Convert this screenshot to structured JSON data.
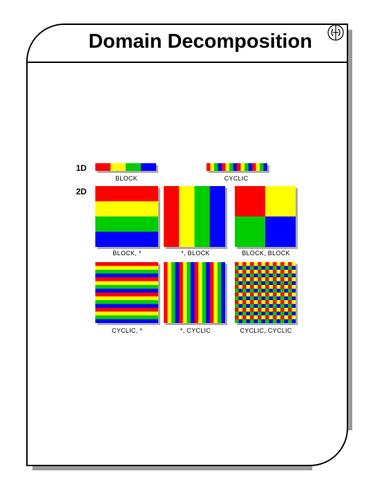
{
  "slide": {
    "title": "Domain Decomposition",
    "logo_icon": "compass-logo-icon"
  },
  "colors": {
    "red": "#ff0000",
    "yellow": "#ffff00",
    "green": "#00cc00",
    "blue": "#0000ff"
  },
  "figure": {
    "row_1d_label": "1D",
    "row_2d_label": "2D",
    "captions": {
      "block_1d": "BLOCK",
      "cyclic_1d": "CYCLIC",
      "block_star": "BLOCK, *",
      "star_block": "*, BLOCK",
      "block_block": "BLOCK, BLOCK",
      "cyclic_star": "CYCLIC, *",
      "star_cyclic": "*, CYCLIC",
      "cyclic_cyclic": "CYCLIC, CYCLIC"
    }
  }
}
